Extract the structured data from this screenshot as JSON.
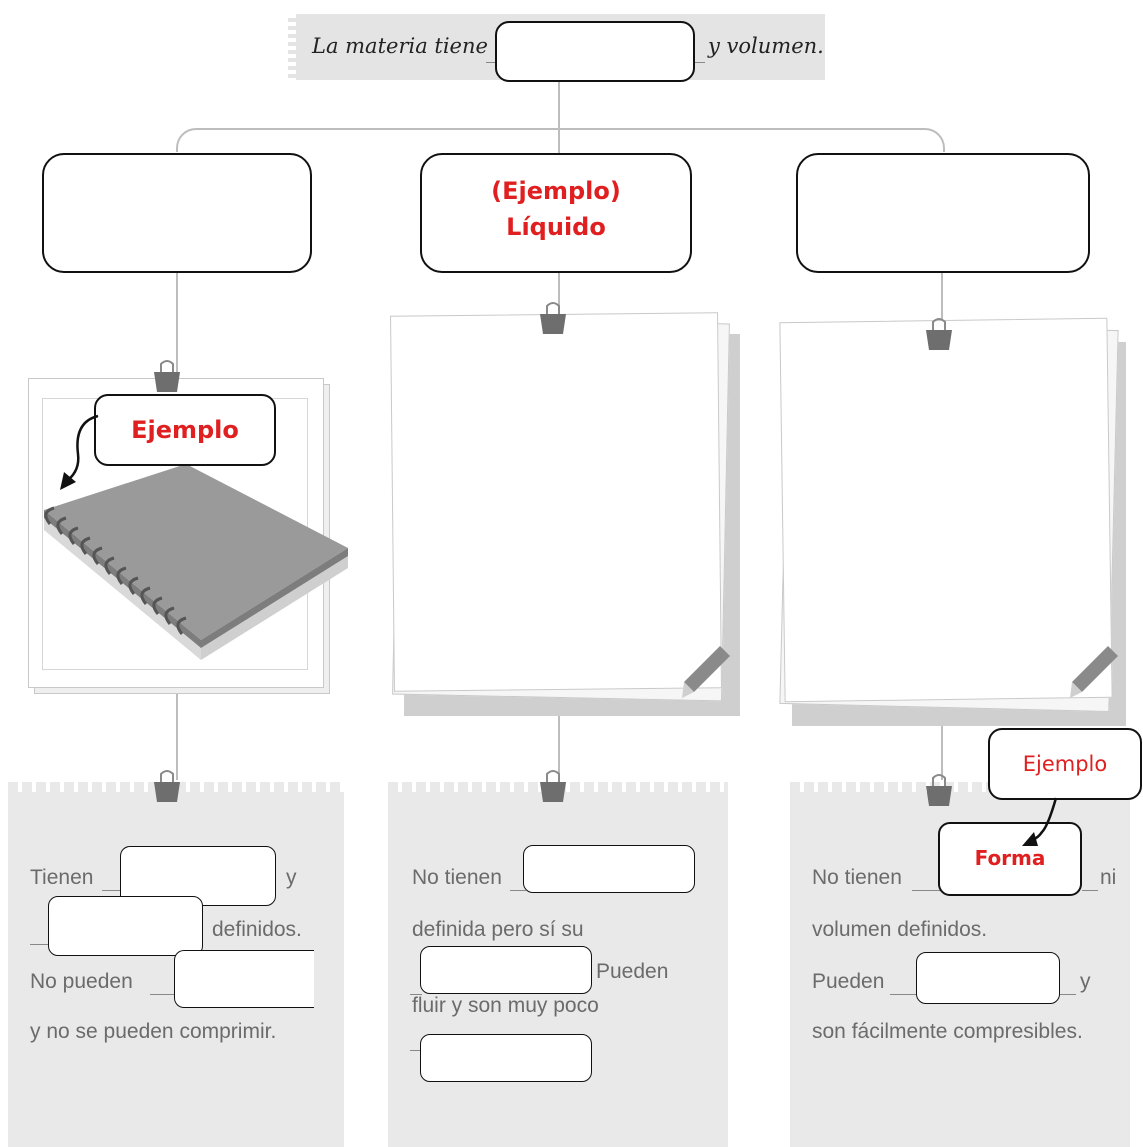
{
  "header": {
    "text_before": "La materia tiene",
    "text_after": "y volumen."
  },
  "categories": [
    {
      "label": ""
    },
    {
      "label_line1": "(Ejemplo)",
      "label_line2": "Líquido"
    },
    {
      "label": ""
    }
  ],
  "callouts": {
    "notebook": "Ejemplo",
    "right": "Ejemplo",
    "right_answer": "Forma"
  },
  "notes": {
    "solid": {
      "l1a": "Tienen",
      "l1b": "y",
      "l2": "definidos.",
      "l3": "No pueden",
      "l4": "y no se pueden comprimir."
    },
    "liquid": {
      "l1": "No tienen",
      "l2": "definida pero sí su",
      "l3": "Pueden",
      "l4": "fluir y son muy poco"
    },
    "gas": {
      "l1a": "No tienen",
      "l1b": "ni",
      "l2": "volumen definidos.",
      "l3a": "Pueden",
      "l3b": "y",
      "l4": "son fácilmente compresibles."
    }
  },
  "colors": {
    "example_red": "#e02020",
    "connector_gray": "#bdbdbd"
  },
  "icons": [
    "binder-clip-icon",
    "pencil-icon",
    "notebook-image",
    "curved-arrow-icon"
  ]
}
